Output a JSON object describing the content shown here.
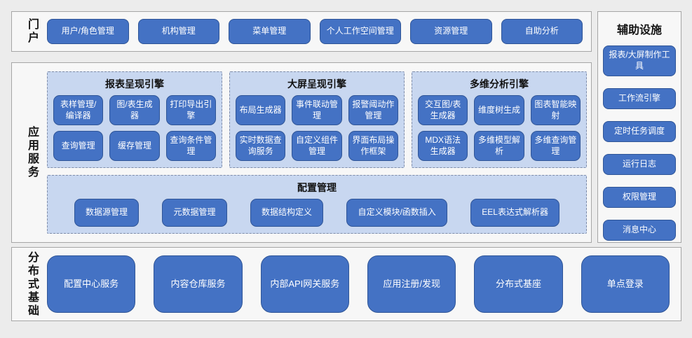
{
  "colors": {
    "node_fill": "#4472c4",
    "node_border": "#2f5597",
    "node_text": "#ffffff",
    "panel_fill": "#c8d7f0",
    "panel_border": "#7e8ca9"
  },
  "portal": {
    "label": "门户",
    "items": [
      "用户/角色管理",
      "机构管理",
      "菜单管理",
      "个人工作空间管理",
      "资源管理",
      "自助分析"
    ]
  },
  "app_services": {
    "label": "应用服务",
    "engines": [
      {
        "title": "报表呈现引擎",
        "items": [
          "表样管理/编译器",
          "图/表生成器",
          "打印导出引擎",
          "查询管理",
          "缓存管理",
          "查询条件管理"
        ]
      },
      {
        "title": "大屏呈现引擎",
        "items": [
          "布局生成器",
          "事件联动管理",
          "报警阈动作管理",
          "实时数据查询服务",
          "自定义组件管理",
          "界面布局操作框架"
        ]
      },
      {
        "title": "多维分析引擎",
        "items": [
          "交互图/表生成器",
          "维度树生成",
          "图表智能映射",
          "MDX语法生成器",
          "多维模型解析",
          "多维查询管理"
        ]
      }
    ],
    "config": {
      "title": "配置管理",
      "items": [
        "数据源管理",
        "元数据管理",
        "数据结构定义",
        "自定义模块/函数插入",
        "EEL表达式解析器"
      ]
    }
  },
  "auxiliary": {
    "title": "辅助设施",
    "items": [
      "报表/大屏制作工具",
      "工作流引擎",
      "定时任务调度",
      "运行日志",
      "权限管理",
      "消息中心"
    ]
  },
  "foundation": {
    "label": "分布式基础",
    "items": [
      "配置中心服务",
      "内容仓库服务",
      "内部API网关服务",
      "应用注册/发现",
      "分布式基座",
      "单点登录"
    ]
  }
}
